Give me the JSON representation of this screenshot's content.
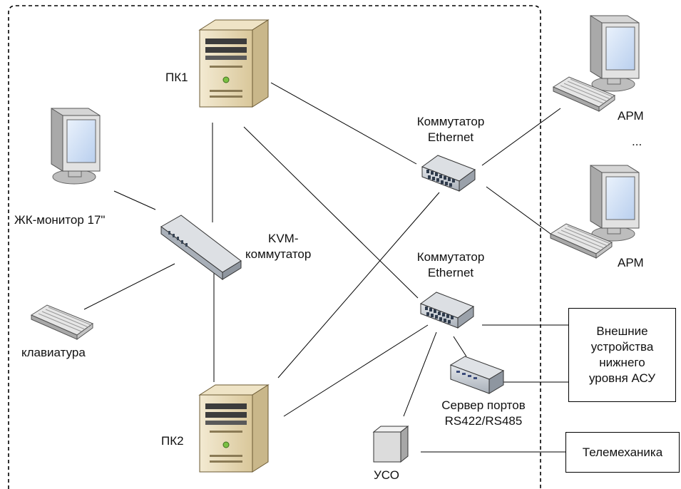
{
  "labels": {
    "pc1": "ПК1",
    "pc2": "ПК2",
    "lcd_monitor": "ЖК-монитор 17\"",
    "keyboard": "клавиатура",
    "kvm_line1": "KVM-",
    "kvm_line2": "коммутатор",
    "switch_top_line1": "Коммутатор",
    "switch_top_line2": "Ethernet",
    "switch_bottom_line1": "Коммутатор",
    "switch_bottom_line2": "Ethernet",
    "port_server_line1": "Сервер портов",
    "port_server_line2": "RS422/RS485",
    "uso": "УСО",
    "arm_top": "АРМ",
    "ellipsis": "...",
    "arm_bottom": "АРМ"
  },
  "boxes": {
    "external_line1": "Внешние",
    "external_line2": "устройства",
    "external_line3": "нижнего",
    "external_line4": "уровня АСУ",
    "telemechanics": "Телемеханика"
  },
  "colors": {
    "line": "#000000",
    "case_beige": "#e6d7b0",
    "case_dark": "#c9b78a",
    "monitor_body": "#cfcfcf",
    "screen_blue": "#cfe0f5",
    "device_gray": "#b8bec6"
  }
}
